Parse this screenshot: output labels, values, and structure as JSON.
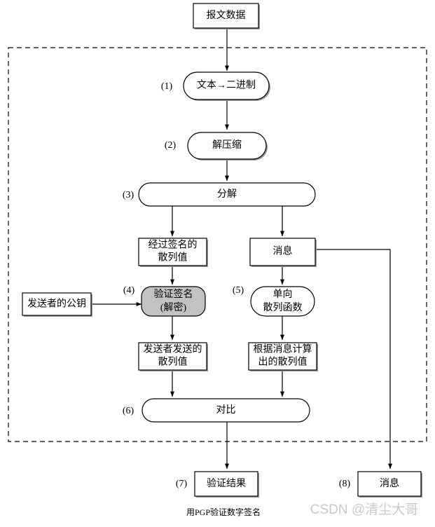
{
  "diagram": {
    "title_caption": "用PGP验证数字签名",
    "watermark": "CSDN @清尘大哥",
    "colors": {
      "stroke": "#000000",
      "background": "#ffffff",
      "highlight_fill": "#c2c2c2",
      "shadow": "#9a9a9a",
      "watermark": "#c9c9c9"
    },
    "nodes": {
      "message_data": {
        "label": "报文数据",
        "shape": "rect",
        "step": ""
      },
      "text_to_binary": {
        "label": "文本→二进制",
        "shape": "rounded",
        "step": "(1)"
      },
      "decompress": {
        "label": "解压缩",
        "shape": "rounded",
        "step": "(2)"
      },
      "decompose": {
        "label": "分解",
        "shape": "stadium",
        "step": "(3)"
      },
      "signed_hash": {
        "label_line1": "经过签名的",
        "label_line2": "散列值",
        "shape": "rect",
        "step": ""
      },
      "message_mid": {
        "label": "消息",
        "shape": "rect",
        "step": ""
      },
      "sender_public_key": {
        "label": "发送者的公钥",
        "shape": "rect",
        "step": ""
      },
      "verify_signature": {
        "label_line1": "验证签名",
        "label_line2": "(解密)",
        "shape": "rounded-gray",
        "step": "(4)"
      },
      "one_way_hash": {
        "label_line1": "单向",
        "label_line2": "散列函数",
        "shape": "stadium",
        "step": "(5)"
      },
      "sender_sent_hash": {
        "label_line1": "发送者发送的",
        "label_line2": "散列值",
        "shape": "rect",
        "step": ""
      },
      "computed_hash": {
        "label_line1": "根据消息计算",
        "label_line2": "出的散列值",
        "shape": "rect",
        "step": ""
      },
      "compare": {
        "label": "对比",
        "shape": "stadium",
        "step": "(6)"
      },
      "verify_result": {
        "label": "验证结果",
        "shape": "rect",
        "step": "(7)"
      },
      "message_out": {
        "label": "消息",
        "shape": "rect",
        "step": "(8)"
      }
    }
  }
}
